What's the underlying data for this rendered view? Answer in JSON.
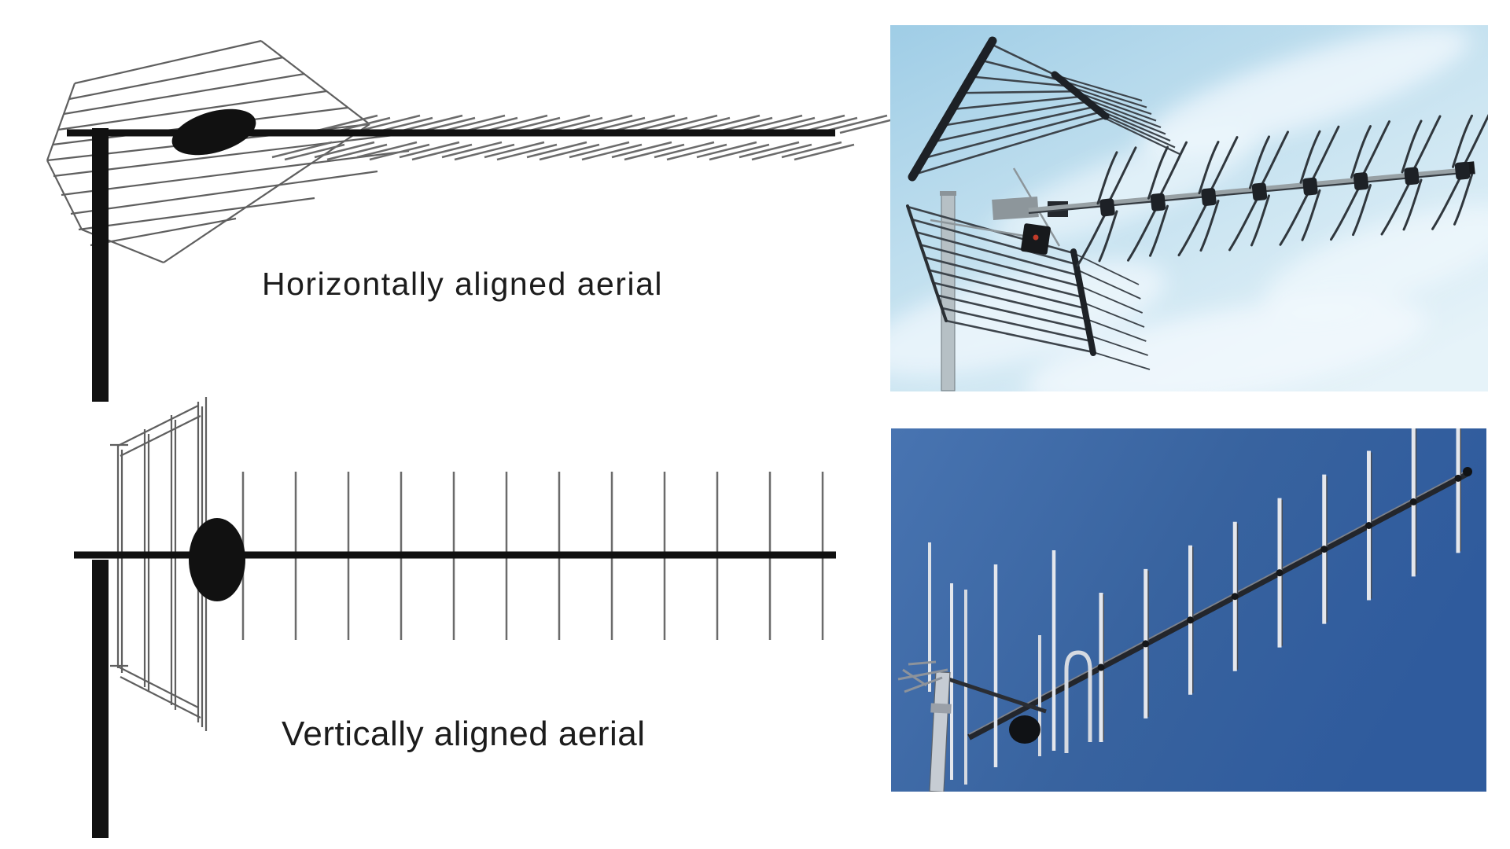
{
  "page": {
    "title": "Aerial alignment comparison diagram",
    "background": "#ffffff"
  },
  "labels": {
    "horizontal": "Horizontally aligned aerial",
    "vertical": "Vertically aligned aerial"
  },
  "diagram": {
    "ink": "#111111",
    "sketch": "#5f5f5f",
    "element_gray": "#6b6b6b",
    "horizontal": {
      "element_count": 13,
      "element_spacing": 54
    },
    "vertical": {
      "element_count": 12,
      "element_spacing": 67
    }
  },
  "photos": {
    "horizontal_photo": {
      "name": "yagi-aerial-horizontal-elements-photo",
      "description": "UHF Yagi TV aerial with X-grid reflector against cloudy light-blue sky",
      "sky_top": "#9fcde6",
      "sky_mid": "#c6e2f0",
      "sky_bottom": "#e6f3f9",
      "cloud": "#f4fafd",
      "metal_dark": "#1d2126",
      "metal_mid": "#3d444b",
      "metal_light": "#98a1a5",
      "mast_color": "#b6c0c5",
      "element_count": 8,
      "grid_rod_count": 9
    },
    "vertical_photo": {
      "name": "yagi-aerial-vertical-elements-photo",
      "description": "VHF Yagi aerial with vertical silver elements against deep blue sky",
      "sky_left": "#4874b1",
      "sky_right": "#2f5b9d",
      "element_silver": "#e4e7ed",
      "element_shadow": "#474c55",
      "boom_color": "#23262c",
      "mast_color": "#c6ccd3",
      "element_count": 9
    }
  }
}
